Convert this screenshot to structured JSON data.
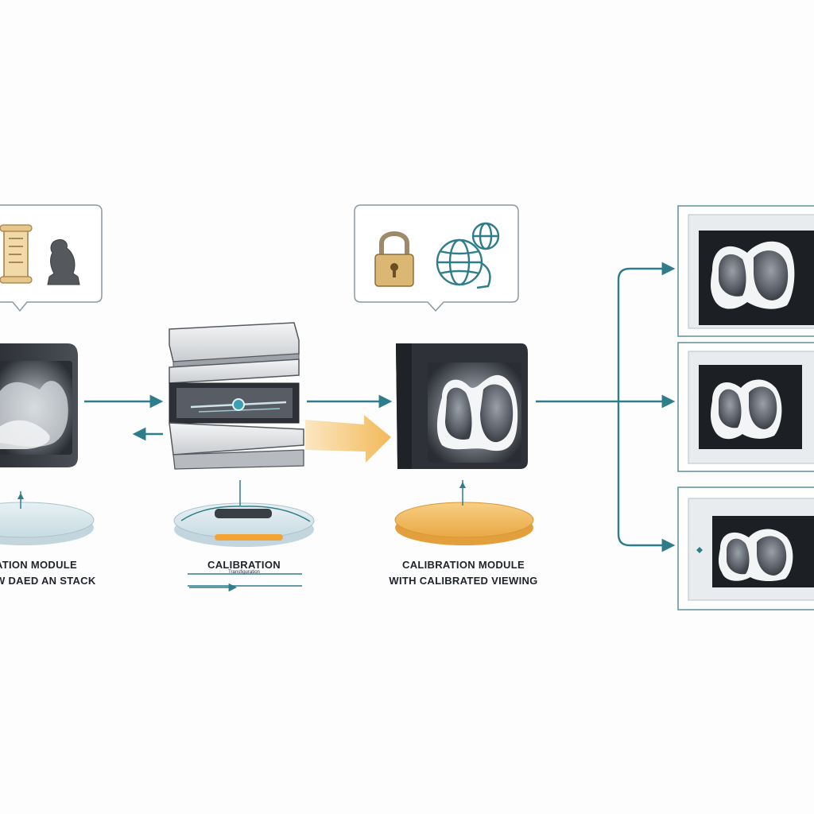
{
  "colors": {
    "accent": "#2e7d8a",
    "arrow_gold": "#f2c272",
    "disc_gold": "#f3b95a",
    "disc_blue": "#dbe9ef",
    "device_dark": "#3a3d44",
    "frame": "#8fb4bf"
  },
  "icons": {
    "callout_left": [
      "scroll-icon",
      "chess-piece-icon"
    ],
    "callout_mid": [
      "padlock-icon",
      "globe-icon"
    ]
  },
  "labels": {
    "left_line1": "ATION MODULE",
    "left_line2": "W DAED AN STACK",
    "mid_line1": "CALIBRATION",
    "mid_small": "Transfiguration",
    "right_line1": "CALIBRATION MODULE",
    "right_line2": "WITH CALIBRATED VIEWING"
  }
}
